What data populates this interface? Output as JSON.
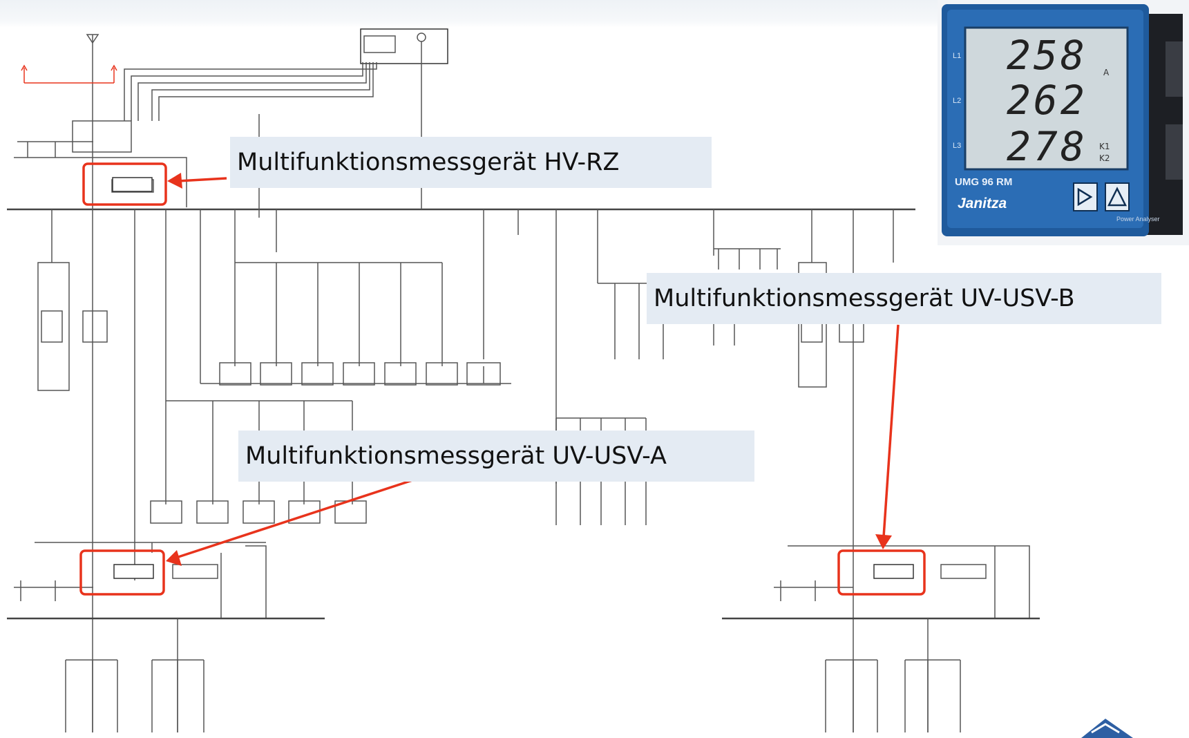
{
  "callouts": {
    "hv_rz": "Multifunktionsmessgerät HV-RZ",
    "uv_usv_b": "Multifunktionsmessgerät UV-USV-B",
    "uv_usv_a": "Multifunktionsmessgerät UV-USV-A"
  },
  "meter": {
    "l1_value": "258",
    "l2_value": "262",
    "l3_value": "278",
    "unit": "A",
    "phase_labels": [
      "L1",
      "L2",
      "L3"
    ],
    "relay_labels": [
      "K1",
      "K2"
    ],
    "model": "UMG 96 RM",
    "brand": "Janitza",
    "subtitle": "Power Analyser"
  },
  "colors": {
    "highlight_red": "#e8331c",
    "meter_blue": "#1f5a9c",
    "callout_bg": "#e4ebf3"
  }
}
